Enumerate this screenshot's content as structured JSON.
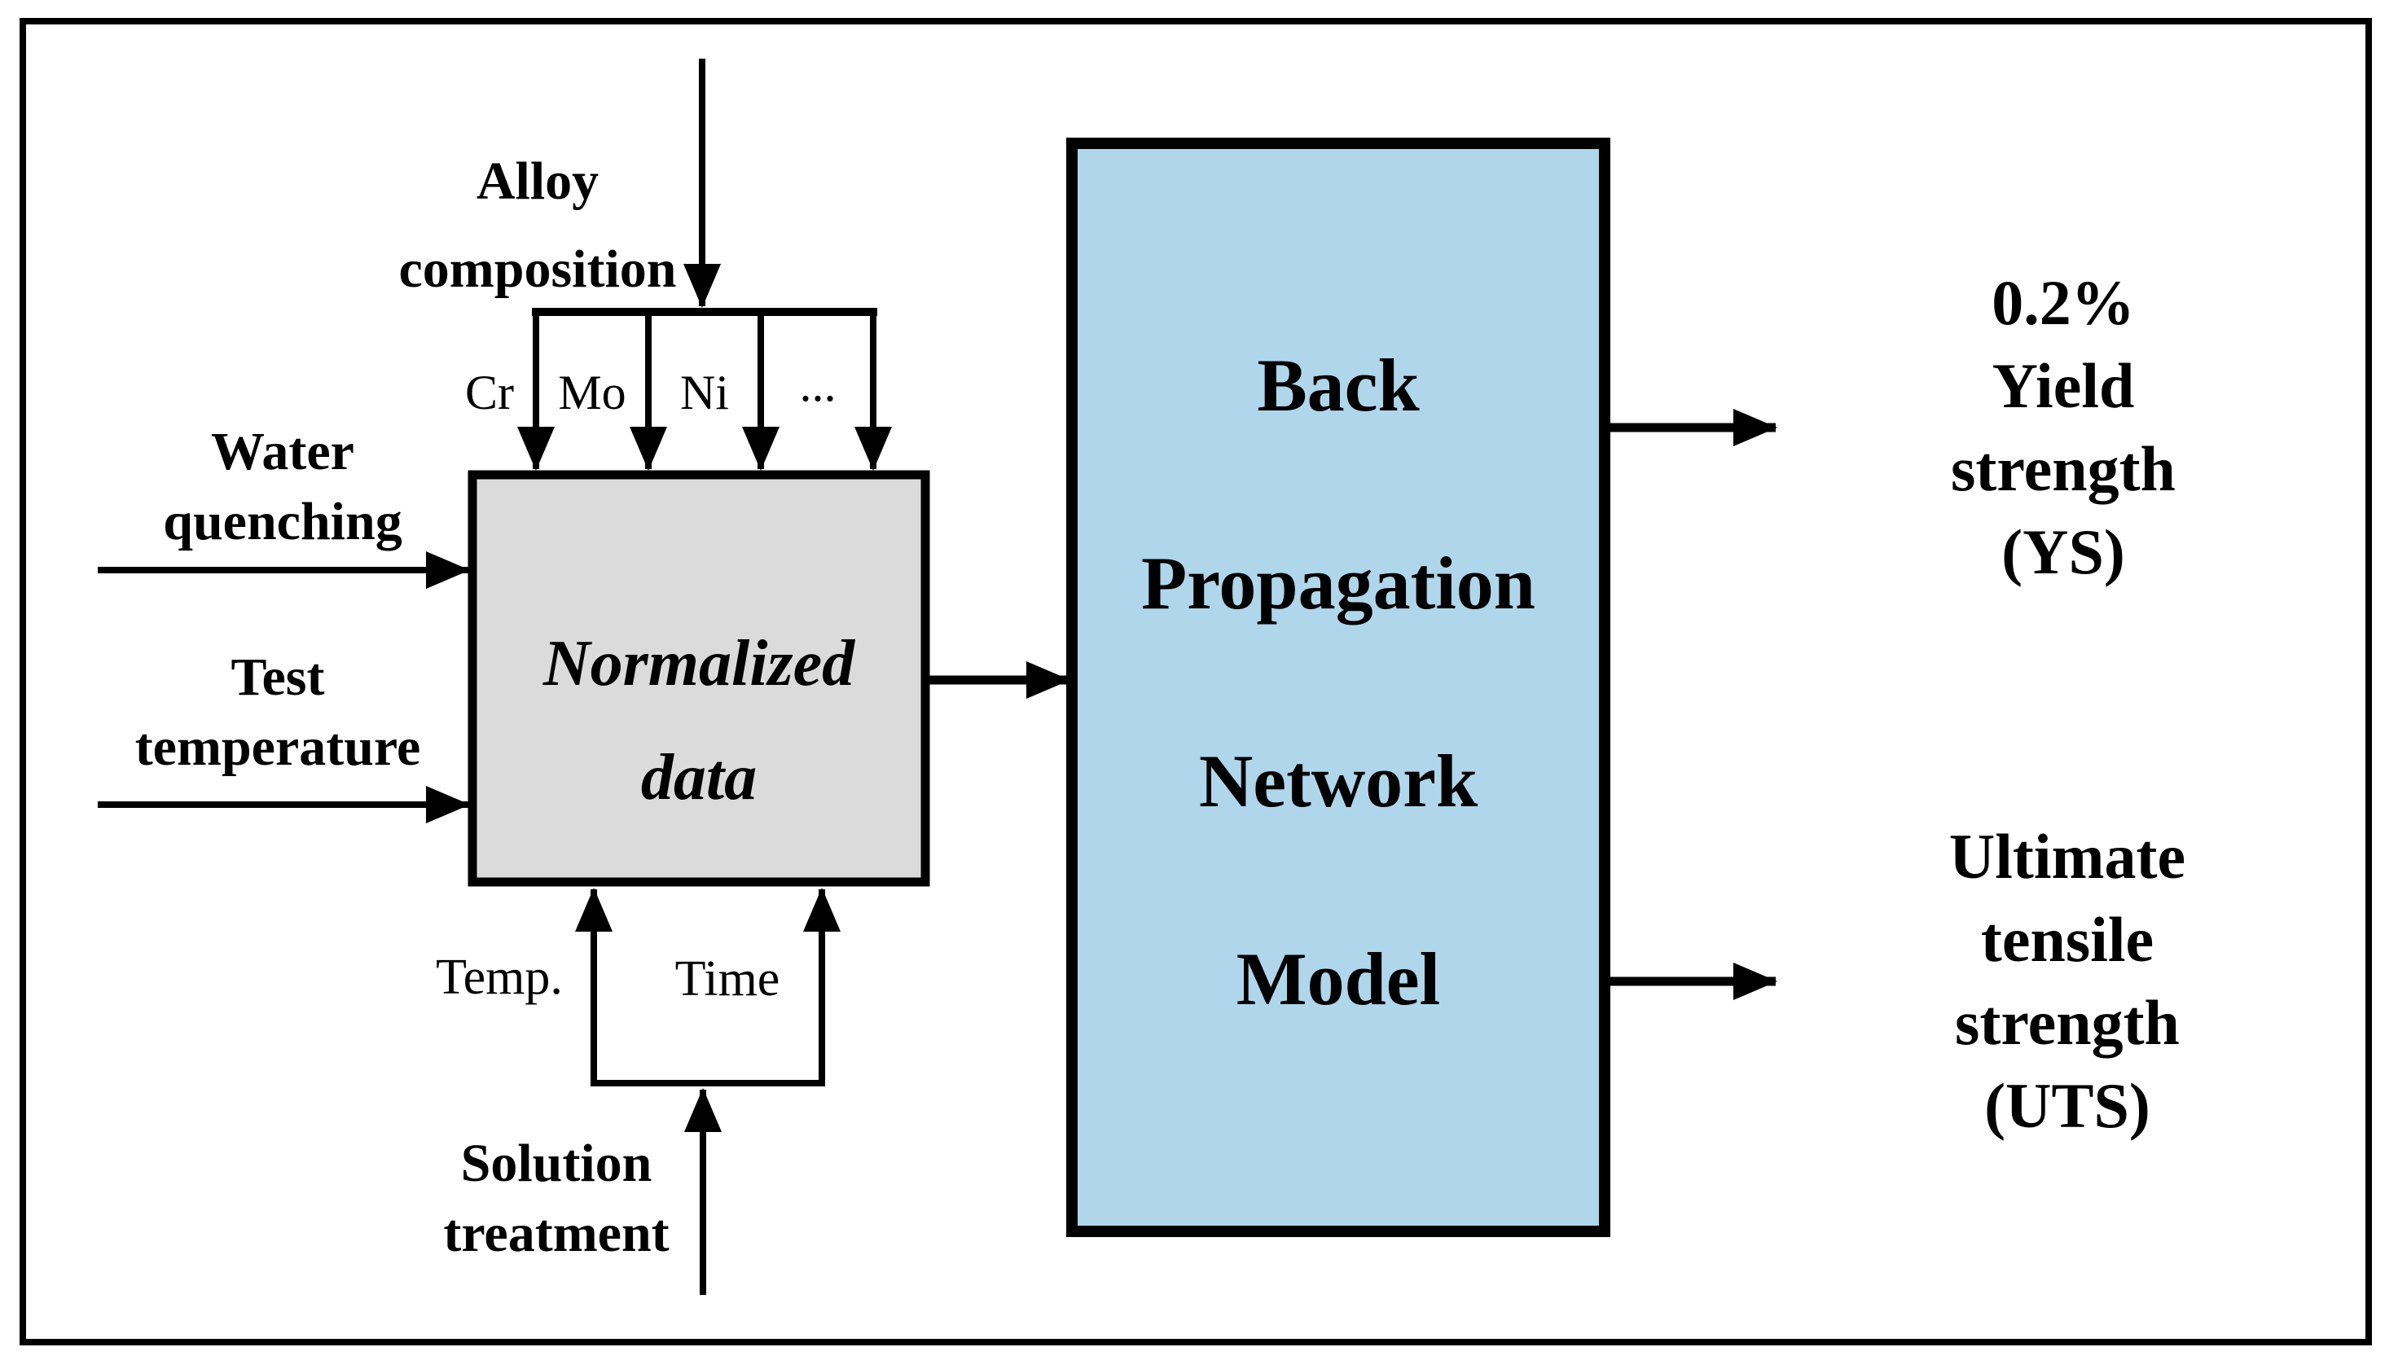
{
  "figure": {
    "type": "flow-diagram",
    "description_labels_only": true
  },
  "colors": {
    "normalized_box_fill": "#DBDBDB",
    "bpn_box_fill": "#B0D6EB",
    "line": "#000000",
    "background": "#FFFFFF"
  },
  "inputs": {
    "alloy_composition": "Alloy\ncomposition",
    "elements": [
      "Cr",
      "Mo",
      "Ni",
      "..."
    ],
    "water_quenching": "Water\nquenching",
    "test_temperature": "Test\ntemperature",
    "solution_treatment": "Solution\ntreatment",
    "solution_parameters": [
      "Temp.",
      "Time"
    ]
  },
  "process": {
    "normalized_data": "Normalized\ndata",
    "model": "Back\nPropagation\nNetwork\nModel"
  },
  "outputs": {
    "yield_strength": "0.2%\nYield strength\n(YS)",
    "ultimate_tensile_strength": "Ultimate\ntensile strength\n(UTS)"
  }
}
